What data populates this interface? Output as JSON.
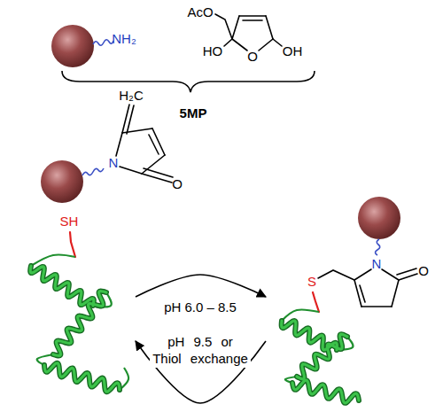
{
  "diagram": {
    "nodes": [
      {
        "text": [
          "SH"
        ]
      },
      {
        "text": [
          "S",
          "N",
          "O"
        ]
      }
    ],
    "edges": [
      {
        "from": 0,
        "to": 1,
        "arrow": "to",
        "label": "pH 6.0 – 8.5"
      },
      {
        "from": 1,
        "to": 0,
        "arrow": "to",
        "label": "pH 9.5 or Thiol exchange"
      }
    ],
    "labels": [
      "NH₂",
      "AcO",
      "HO",
      "O",
      "OH",
      "5MP",
      "H₂C",
      "N",
      "O"
    ]
  }
}
